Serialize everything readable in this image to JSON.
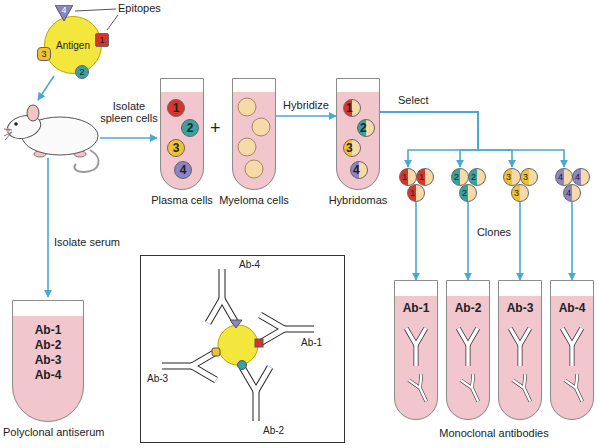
{
  "diagram": {
    "nodes": [
      {
        "text": [
          "Antigen"
        ]
      },
      {
        "text": [
          "1"
        ],
        "in": 0
      },
      {
        "text": [
          "2"
        ],
        "in": 0
      },
      {
        "text": [
          "3"
        ],
        "in": 0
      },
      {
        "text": [
          "4"
        ],
        "in": 0
      },
      {
        "text": [
          "Plasma cells"
        ]
      },
      {
        "text": [
          "1"
        ],
        "in": 5
      },
      {
        "text": [
          "2"
        ],
        "in": 5
      },
      {
        "text": [
          "3"
        ],
        "in": 5
      },
      {
        "text": [
          "4"
        ],
        "in": 5
      },
      {
        "text": [
          "Myeloma cells"
        ]
      },
      {
        "text": [
          "Hybridomas"
        ]
      },
      {
        "text": [
          "1"
        ],
        "in": 11
      },
      {
        "text": [
          "2"
        ],
        "in": 11
      },
      {
        "text": [
          "3"
        ],
        "in": 11
      },
      {
        "text": [
          "4"
        ],
        "in": 11
      },
      {
        "text": [
          "1"
        ]
      },
      {
        "text": [
          "1"
        ]
      },
      {
        "text": [
          "1"
        ]
      },
      {
        "text": [
          "2"
        ]
      },
      {
        "text": [
          "2"
        ]
      },
      {
        "text": [
          "2"
        ]
      },
      {
        "text": [
          "3"
        ]
      },
      {
        "text": [
          "3"
        ]
      },
      {
        "text": [
          "3"
        ]
      },
      {
        "text": [
          "4"
        ]
      },
      {
        "text": [
          "4"
        ]
      },
      {
        "text": [
          "4"
        ]
      },
      {
        "text": [
          "Ab-1",
          "Ab-2",
          "Ab-3",
          "Ab-4",
          "Polyclonal antiserum"
        ]
      },
      {
        "text": [
          "Ab-4",
          "Ab-1",
          "Ab-3",
          "Ab-2"
        ]
      },
      {
        "text": [
          "Ab-1"
        ]
      },
      {
        "text": [
          "Ab-2"
        ]
      },
      {
        "text": [
          "Ab-3"
        ]
      },
      {
        "text": [
          "Ab-4"
        ]
      }
    ],
    "edges": [
      {
        "from": 10,
        "to": 11,
        "arrow": "to",
        "label": "Hybridize"
      },
      {
        "from": 11,
        "to": 16,
        "arrow": "to"
      },
      {
        "from": 11,
        "to": 19,
        "arrow": "to"
      },
      {
        "from": 11,
        "to": 22,
        "arrow": "to"
      },
      {
        "from": 11,
        "to": 25,
        "arrow": "to"
      },
      {
        "from": 18,
        "to": 30,
        "arrow": "to"
      },
      {
        "from": 21,
        "to": 31,
        "arrow": "to"
      },
      {
        "from": 24,
        "to": 32,
        "arrow": "to"
      },
      {
        "from": 27,
        "to": 33,
        "arrow": "to"
      }
    ],
    "labels": [
      "Epitopes",
      "Isolate spleen cells",
      "Isolate serum",
      "+",
      "Select",
      "Clones",
      "Monoclonal antibodies"
    ]
  }
}
